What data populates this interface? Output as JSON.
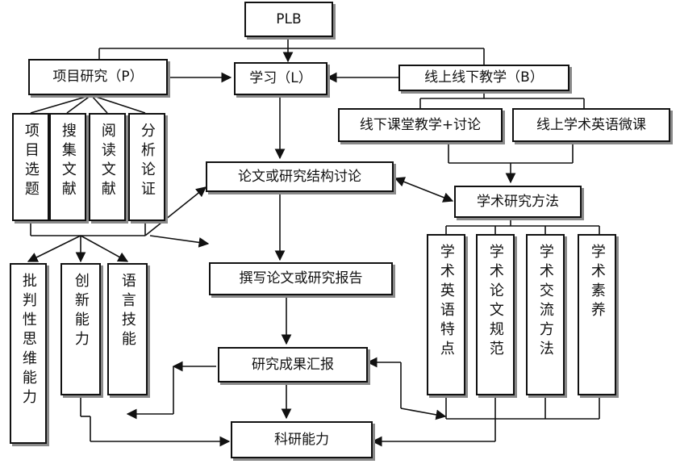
{
  "nodes": {
    "plb": "PLB",
    "project": "项目研究（P）",
    "learning": "学习（L）",
    "blended": "线上线下教学（B）",
    "topic": "项目选题",
    "collect": "搜集文献",
    "read": "阅读文献",
    "analyze": "分析论证",
    "offline": "线下课堂教学+讨论",
    "online": "线上学术英语微课",
    "structure": "论文或研究结构讨论",
    "methods": "学术研究方法",
    "critical": "批判性思维能力",
    "innovation": "创新能力",
    "language": "语言技能",
    "write": "撰写论文或研究报告",
    "feature": "学术英语特点",
    "norm": "学术论文规范",
    "exchange": "学术交流方法",
    "literacy": "学术素养",
    "report": "研究成果汇报",
    "research": "科研能力"
  },
  "colors": {
    "line": "#111111",
    "shadow": "#8a8a8a"
  }
}
